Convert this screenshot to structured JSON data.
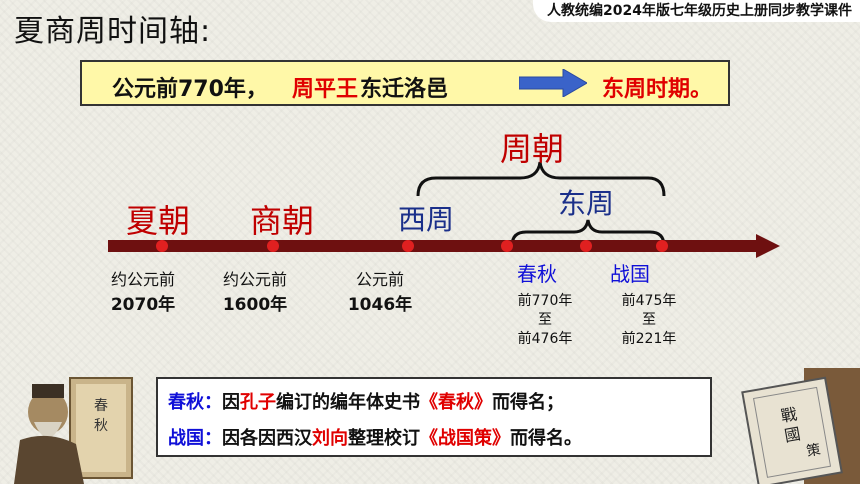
{
  "title": "夏商周时间轴:",
  "course_banner": "人教统编2024年版七年级历史上册同步教学课件",
  "highlight": {
    "part1": "公元前770年，",
    "part2": "周平王",
    "part3": "东迁洛邑",
    "part4": "东周时期。",
    "arrow_icon": "right-arrow-icon",
    "arrow_color": "#3a63c9"
  },
  "timeline": {
    "dynasties": {
      "xia": "夏朝",
      "shang": "商朝",
      "zhou": "周朝",
      "west_zhou": "西周",
      "east_zhou": "东周",
      "chunqiu": "春秋",
      "zhanguo": "战国"
    },
    "dates": {
      "xia_line1": "约公元前",
      "xia_line2": "2070年",
      "shang_line1": "约公元前",
      "shang_line2": "1600年",
      "west_line1": "公元前",
      "west_line2": "1046年",
      "chunqiu_from": "前770年",
      "chunqiu_to_word": "至",
      "chunqiu_to": "前476年",
      "zhanguo_from": "前475年",
      "zhanguo_to_word": "至",
      "zhanguo_to": "前221年"
    },
    "colors": {
      "axis": "#6e1010",
      "point": "#e02020",
      "dynasty_red": "#c00000",
      "dynasty_blue": "#1a2f8a"
    }
  },
  "notes": {
    "chunqiu_label": "春秋：",
    "chunqiu_a": "因",
    "chunqiu_b": "孔子",
    "chunqiu_c": "编订的编年体史书",
    "chunqiu_d": "《春秋》",
    "chunqiu_e": "而得名；",
    "zhanguo_label": "战国：",
    "zhanguo_a": "因各因西汉",
    "zhanguo_b": "刘向",
    "zhanguo_c": "整理校订",
    "zhanguo_d": "《战国策》",
    "zhanguo_e": "而得名。"
  },
  "images": {
    "left": "confucius-scholar-image",
    "right": "zhanguoce-book-image"
  }
}
